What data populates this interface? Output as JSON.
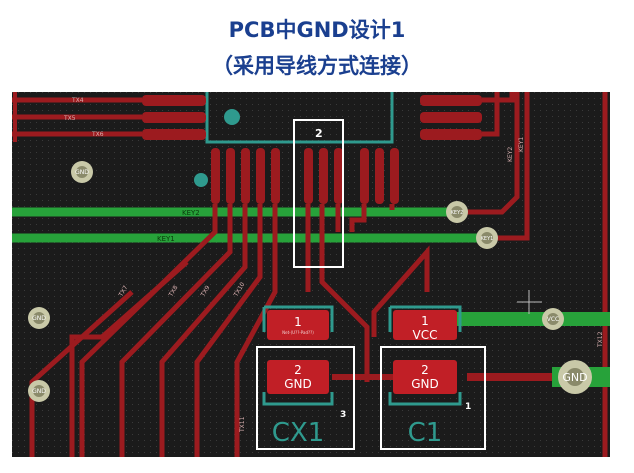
{
  "header": {
    "title": "PCB中GND设计1",
    "subtitle": "（采用导线方式连接）"
  },
  "colors": {
    "board_bg": "#1b1b1b",
    "grid_dot": "#3a3a3a",
    "copper": "#9c1b1f",
    "copper_dark": "#6e1215",
    "green": "#27a23a",
    "teal": "#2f9a8e",
    "pad": "#c11f26",
    "highlight": "#ffffff",
    "title": "#1a3f8f"
  },
  "pcb": {
    "nets": {
      "tx4": "TX4",
      "tx5": "TX5",
      "tx6": "TX6",
      "tx7": "TX7",
      "tx8": "TX8",
      "tx9": "TX9",
      "tx10": "TX10",
      "tx11": "TX11",
      "tx12": "TX12",
      "key1": "KEY1",
      "key2": "KEY2",
      "vcc": "VCC",
      "gnd": "GND"
    },
    "components": {
      "cx1": {
        "ref": "CX1",
        "pin1": "1",
        "pin2": "2",
        "pin2_net": "GND",
        "pin1_net": "Net-(U??-Pad??)"
      },
      "c1": {
        "ref": "C1",
        "pin1": "1",
        "pin1_net": "VCC",
        "pin2": "2",
        "pin2_net": "GND"
      }
    },
    "highlight_labels": {
      "ic_pin": "2",
      "cx1_box": "3",
      "c1_box": "1"
    },
    "left_vias": [
      "GND",
      "GND",
      "GND"
    ],
    "right_vias": {
      "key2": "KEY2",
      "key1": "KEY1",
      "vcc": "VCC",
      "gnd": "GND"
    }
  }
}
